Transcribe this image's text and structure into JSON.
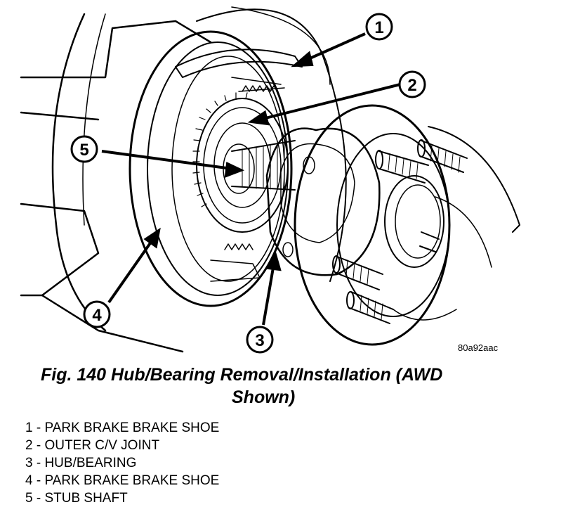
{
  "figure": {
    "image_id_label": "80a92aac",
    "callouts": [
      "1",
      "2",
      "3",
      "4",
      "5"
    ]
  },
  "caption": {
    "line1": "Fig. 140 Hub/Bearing Removal/Installation (AWD",
    "line2": "Shown)"
  },
  "legend": [
    "1 - PARK BRAKE BRAKE SHOE",
    "2 - OUTER C/V JOINT",
    "3 - HUB/BEARING",
    "4 - PARK BRAKE BRAKE SHOE",
    "5 - STUB SHAFT"
  ]
}
